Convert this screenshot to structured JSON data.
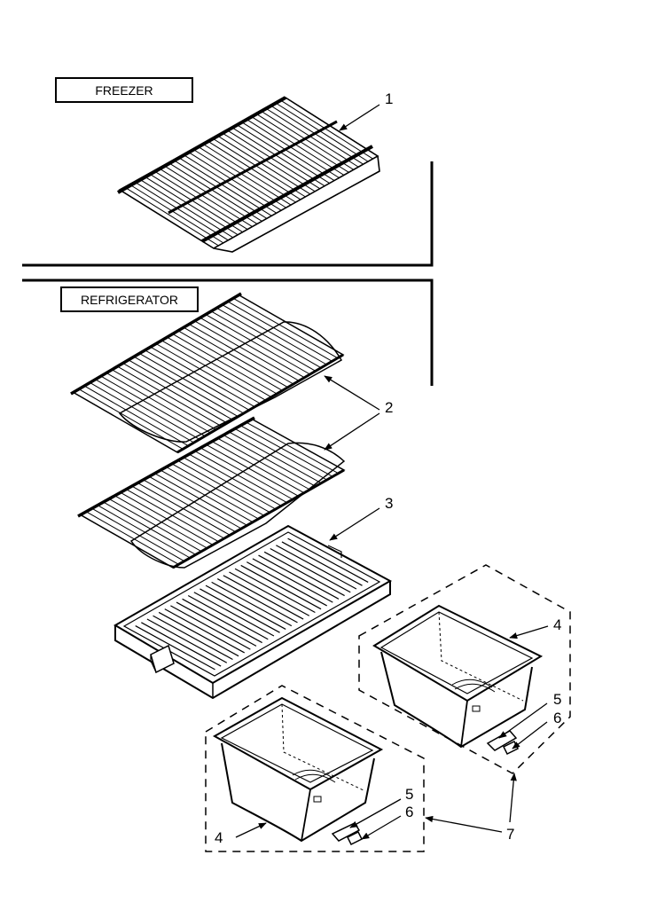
{
  "sections": {
    "freezer": "FREEZER",
    "refrigerator": "REFRIGERATOR"
  },
  "callouts": {
    "c1": "1",
    "c2": "2",
    "c3": "3",
    "c4a": "4",
    "c4b": "4",
    "c5a": "5",
    "c5b": "5",
    "c6a": "6",
    "c6b": "6",
    "c7": "7"
  },
  "colors": {
    "line": "#000000",
    "background": "#ffffff"
  }
}
